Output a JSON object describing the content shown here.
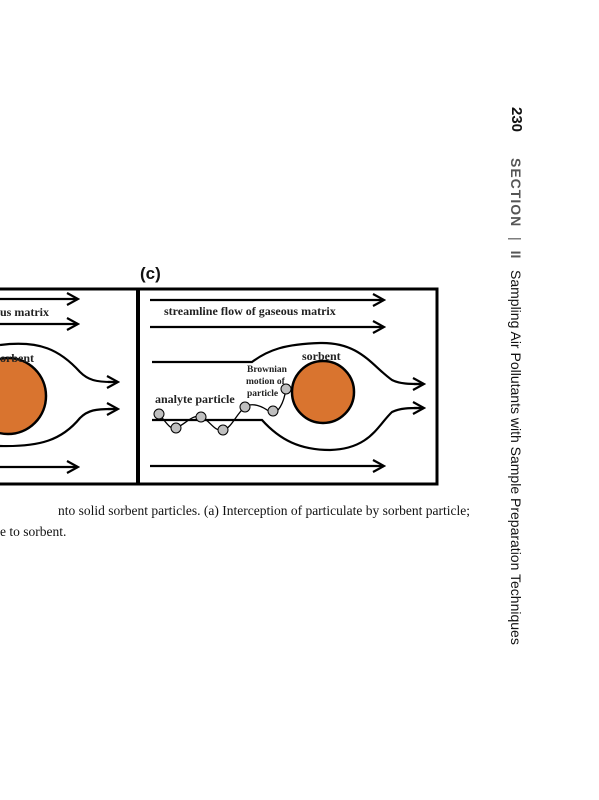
{
  "diagram": {
    "panel_label": "(c)",
    "left_panel": {
      "flow_label": "us matrix",
      "sorbent_label": "orbent"
    },
    "right_panel": {
      "flow_label": "streamline flow of gaseous matrix",
      "sorbent_label": "sorbent",
      "brownian_label": [
        "Brownian",
        "motion of",
        "particle"
      ],
      "analyte_label": "analyte particle"
    },
    "colors": {
      "sorbent": "#D9742F",
      "analyte_particle": "#BFBFBF",
      "outline": "#000000"
    }
  },
  "caption": {
    "line1": "nto solid sorbent particles. (a) Interception of particulate by sorbent particle;",
    "line2": "e to sorbent."
  },
  "running_head": {
    "page_number": "230",
    "section_word": "SECTION",
    "separator": "|",
    "part_number": "II",
    "title": "Sampling Air Pollutants with Sample Preparation Techniques"
  }
}
